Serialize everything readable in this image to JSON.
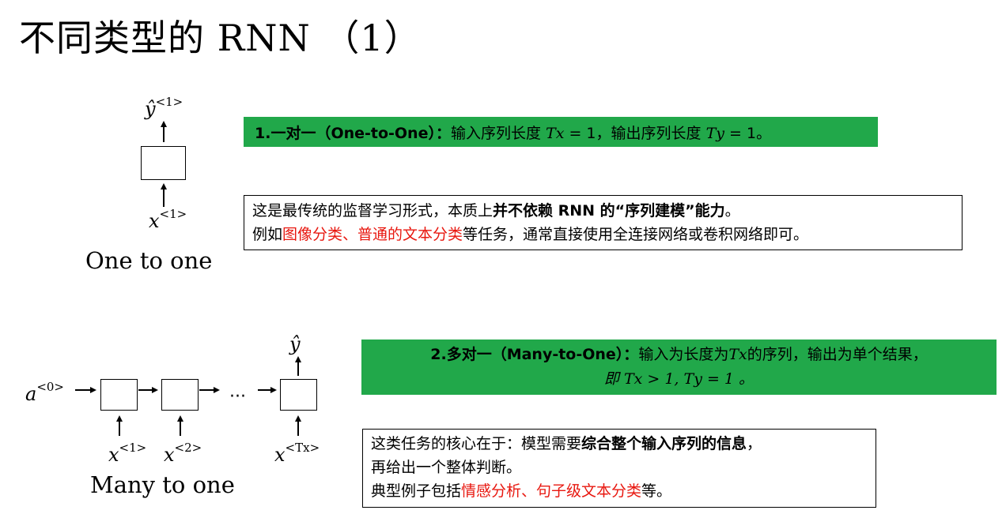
{
  "page": {
    "title": "不同类型的 RNN （1）"
  },
  "diagram1": {
    "output_label": "ŷ",
    "output_sup": "<1>",
    "input_label": "x",
    "input_sup": "<1>",
    "caption": "One to one"
  },
  "section1": {
    "heading_bold": "1.一对一（One-to-One）：",
    "heading_text_a": "输入序列长度 ",
    "tx_symbol": "Tx",
    "heading_text_b": " = 1，输出序列长度 ",
    "ty_symbol": "Ty",
    "heading_text_c": " = 1。",
    "note_line1_a": "这是最传统的监督学习形式，本质上",
    "note_line1_bold": "并不依赖 RNN 的“序列建模”能力",
    "note_line1_b": "。",
    "note_line2_a": "例如",
    "note_line2_red": "图像分类、普通的文本分类",
    "note_line2_b": "等任务，通常直接使用全连接网络或卷积网络即可。"
  },
  "diagram2": {
    "a_label": "a",
    "a_sup": "<0>",
    "dots": "···",
    "output_label": "ŷ",
    "x1_label": "x",
    "x1_sup": "<1>",
    "x2_label": "x",
    "x2_sup": "<2>",
    "xt_label": "x",
    "xt_sup": "<Tx>",
    "caption": "Many to one"
  },
  "section2": {
    "heading_bold": "2.多对一（Many-to-One）：",
    "heading_text_a": "输入为长度为",
    "tx_symbol": "Tx",
    "heading_text_b": "的序列，输出为单个结果，",
    "heading_line2": "即 Tx > 1, Ty = 1 。",
    "note_line1_a": "这类任务的核心在于：模型需要",
    "note_line1_bold": "综合整个输入序列的信息",
    "note_line1_b": "，",
    "note_line2": "再给出一个整体判断。",
    "note_line3_a": "典型例子包括",
    "note_line3_red": "情感分析、句子级文本分类",
    "note_line3_b": "等。"
  },
  "colors": {
    "green": "#21a84a",
    "red": "#e8170f"
  }
}
